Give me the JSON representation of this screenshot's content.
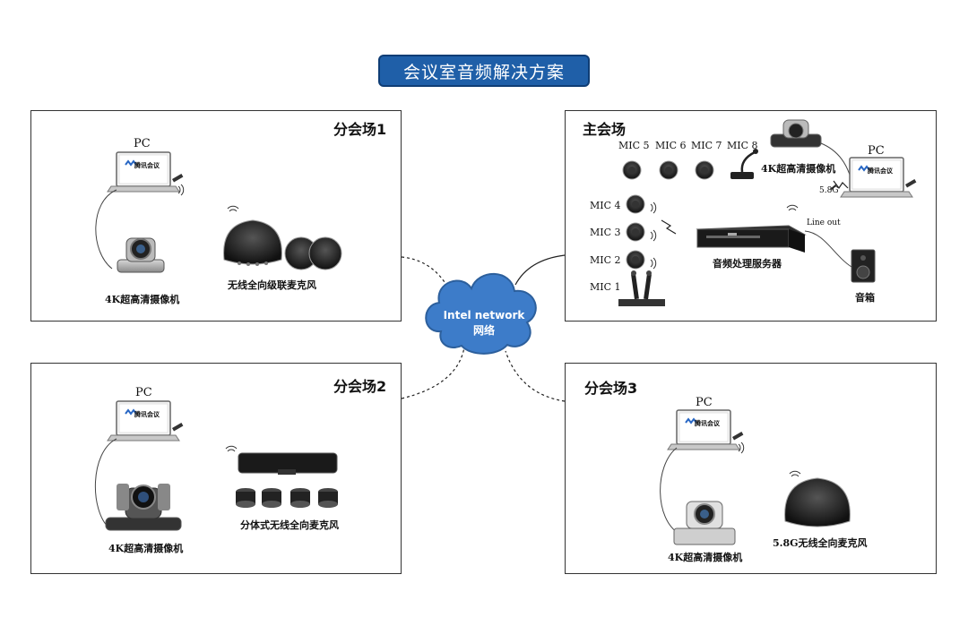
{
  "title": "会议室音频解决方案",
  "cloud": {
    "line1": "Intel network",
    "line2": "网络"
  },
  "laptop_brand": "腾讯会议",
  "site1": {
    "name": "分会场1",
    "pc": "PC",
    "camera": "4K超高清摄像机",
    "mic": "无线全向级联麦克风"
  },
  "site2": {
    "name": "分会场2",
    "pc": "PC",
    "camera": "4K超高清摄像机",
    "mic": "分体式无线全向麦克风"
  },
  "site3": {
    "name": "分会场3",
    "pc": "PC",
    "camera": "4K超高清摄像机",
    "mic": "5.8G无线全向麦克风"
  },
  "main": {
    "name": "主会场",
    "pc": "PC",
    "camera": "4K超高清摄像机",
    "server": "音频处理服务器",
    "speaker": "音箱",
    "freq": "5.8G",
    "line_out": "Line out",
    "mics_top": [
      "MIC 5",
      "MIC 6",
      "MIC 7",
      "MIC 8"
    ],
    "mics_side": [
      "MIC 4",
      "MIC 3",
      "MIC 2",
      "MIC 1"
    ]
  },
  "colors": {
    "title_bg": "#1f5fa8",
    "cloud": "#3d7cc9"
  }
}
